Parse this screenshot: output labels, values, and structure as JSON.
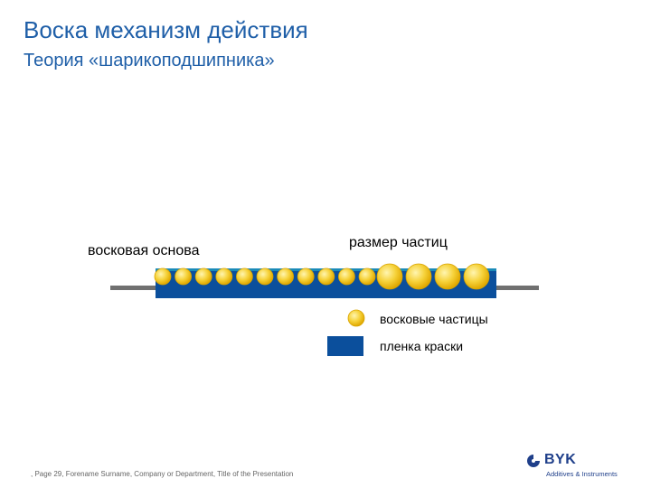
{
  "slide": {
    "title": "Воска механизм действия",
    "subtitle": "Теория «шарикоподшипника»"
  },
  "diagram": {
    "label_wax_base": "восковая основа",
    "label_particle_size": "размер частиц",
    "small_particle_count": 11,
    "large_particle_count": 4,
    "colors": {
      "substrate": "#707070",
      "paint_film": "#0b4f9c",
      "paint_film_edge": "#1a8ab8",
      "particle_light": "#fff5b0",
      "particle_mid": "#f6d23a",
      "particle_dark": "#e0a800"
    }
  },
  "legend": {
    "items": [
      {
        "label": "восковые частицы",
        "icon": "wax-particle-icon"
      },
      {
        "label": "пленка краски",
        "icon": "paint-film-swatch"
      }
    ]
  },
  "footer": {
    "text": ", Page 29, Forename Surname, Company or Department, Title of the Presentation"
  },
  "logo": {
    "name": "BYK",
    "tagline": "Additives & Instruments",
    "color": "#1f3f8a"
  }
}
